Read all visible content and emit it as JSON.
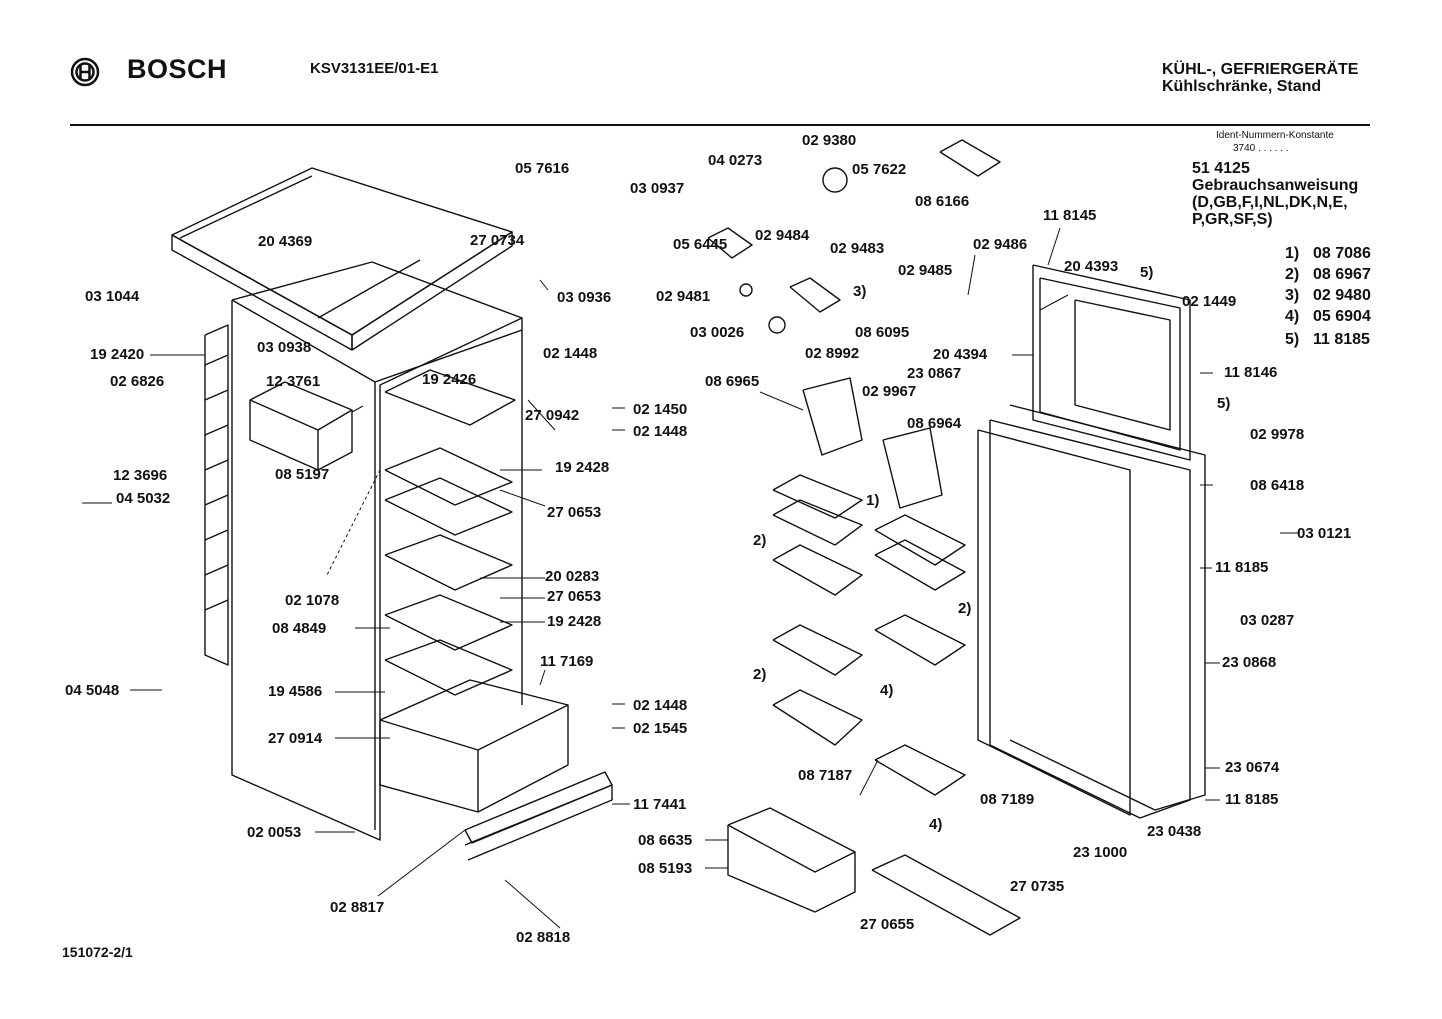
{
  "header": {
    "brand": "BOSCH",
    "model": "KSV3131EE/01-E1",
    "category": "KÜHL-, GEFRIERGERÄTE",
    "subcategory": "Kühlschränke, Stand"
  },
  "info": {
    "ident_label": "Ident-Nummern-Konstante",
    "ident_value": "3740  . .   . . . .",
    "manual_number": "51 4125",
    "manual_title": "Gebrauchsanweisung",
    "manual_lang_1": "(D,GB,F,I,NL,DK,N,E,",
    "manual_lang_2": "P,GR,SF,S)"
  },
  "legend": [
    {
      "key": "1)",
      "part": "08 7086"
    },
    {
      "key": "2)",
      "part": "08 6967"
    },
    {
      "key": "3)",
      "part": "02 9480"
    },
    {
      "key": "4)",
      "part": "05 6904"
    },
    {
      "key": "5)",
      "part": "11 8185"
    }
  ],
  "footer": {
    "drawing_id": "151072-2/1"
  },
  "parts": [
    "02 9380",
    "04 0273",
    "05 7616",
    "05 7622",
    "03 0937",
    "08 6166",
    "20 4369",
    "27 0734",
    "05 6445",
    "02 9484",
    "02 9483",
    "02 9485",
    "11 8145",
    "02 9486",
    "03 1044",
    "03 0936",
    "02 9481",
    "3)",
    "20 4393",
    "5)",
    "02 1449",
    "19 2420",
    "03 0938",
    "02 1448",
    "03 0026",
    "08 6095",
    "02 8992",
    "20 4394",
    "02 6826",
    "12 3761",
    "19 2426",
    "23 0867",
    "11 8146",
    "08 6965",
    "02 9967",
    "02 1450",
    "02 1448",
    "27 0942",
    "08 6964",
    "5)",
    "02 9978",
    "12 3696",
    "08 5197",
    "19 2428",
    "1)",
    "08 6418",
    "04 5032",
    "27 0653",
    "2)",
    "03 0121",
    "20 0283",
    "11 8185",
    "02 1078",
    "27 0653",
    "2)",
    "03 0287",
    "08 4849",
    "19 2428",
    "11 7169",
    "23 0868",
    "2)",
    "04 5048",
    "19 4586",
    "02 1448",
    "4)",
    "27 0914",
    "02 1545",
    "23 0674",
    "08 7187",
    "08 7189",
    "11 8185",
    "11 7441",
    "02 0053",
    "4)",
    "23 0438",
    "08 6635",
    "23 1000",
    "08 5193",
    "27 0735",
    "02 8817",
    "27 0655",
    "02 8818"
  ]
}
